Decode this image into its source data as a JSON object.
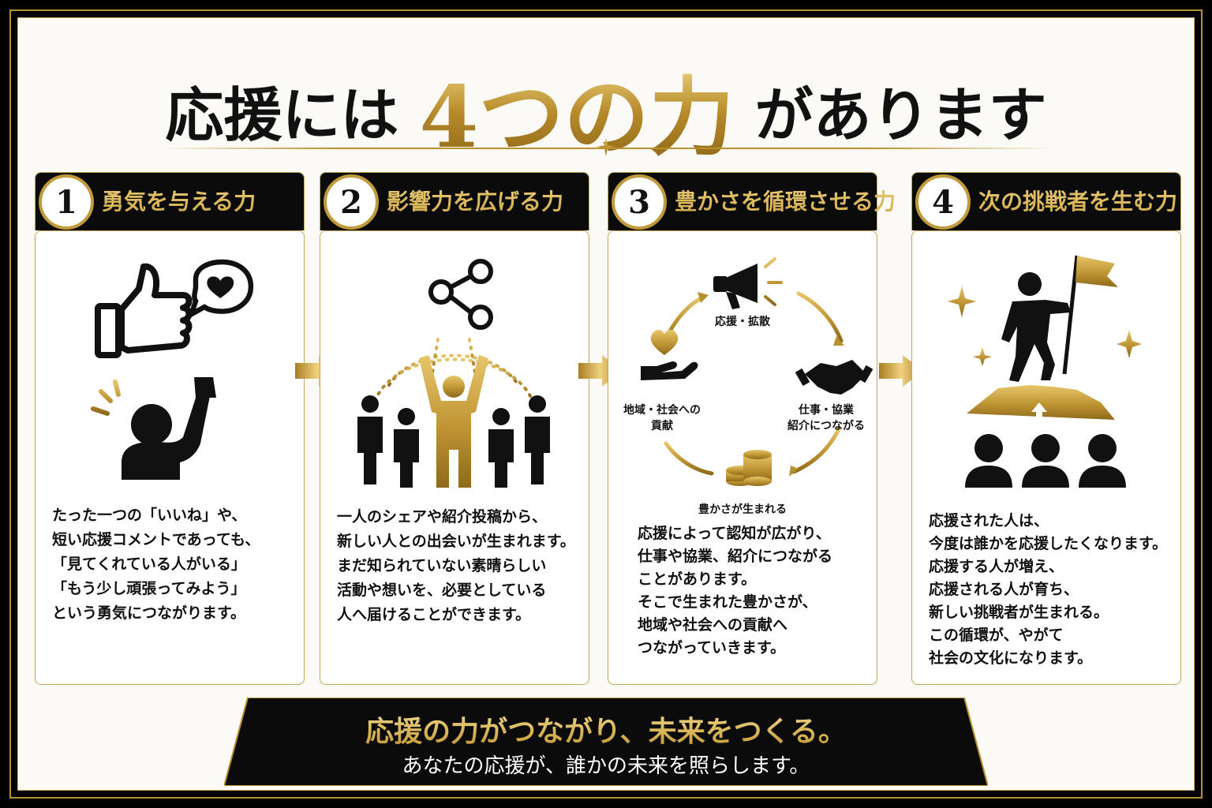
{
  "title": {
    "part1": "応援には",
    "part2": "4つの力",
    "part3": "があります"
  },
  "colors": {
    "gold": "#c19a3c",
    "black": "#0b0b0b",
    "background": "#fbfaf6"
  },
  "cards": [
    {
      "number": "1",
      "title": "勇気を与える力",
      "icons": [
        "thumbs-up-icon",
        "heart-speech-bubble-icon",
        "fist-raised-person-icon"
      ],
      "lines": [
        "たった一つの「いいね」や、",
        "短い応援コメントであっても、",
        "「見てくれている人がいる」",
        "「もう少し頑張ってみよう」",
        "という勇気につながります。"
      ]
    },
    {
      "number": "2",
      "title": "影響力を広げる力",
      "icons": [
        "share-icon",
        "crowd-icon"
      ],
      "lines": [
        "一人のシェアや紹介投稿から、",
        "新しい人との出会いが生まれます。",
        "まだ知られていない素晴らしい",
        "活動や想いを、必要としている",
        "人へ届けることができます。"
      ]
    },
    {
      "number": "3",
      "title": "豊かさを循環させる力",
      "icons": [
        "megaphone-icon",
        "handshake-icon",
        "coins-icon",
        "heart-hand-icon"
      ],
      "cycle": {
        "top": "応援・拡散",
        "right_line1": "仕事・協業",
        "right_line2": "紹介につながる",
        "bottom": "豊かさが生まれる",
        "left_line1": "地域・社会への",
        "left_line2": "貢献"
      },
      "lines": [
        "応援によって認知が広がり、",
        "仕事や協業、紹介につながる",
        "ことがあります。",
        "そこで生まれた豊かさが、",
        "地域や社会への貢献へ",
        "つながっていきます。"
      ]
    },
    {
      "number": "4",
      "title": "次の挑戦者を生む力",
      "icons": [
        "flag-person-on-summit-icon",
        "sparkle-icon",
        "people-group-icon"
      ],
      "lines": [
        "応援された人は、",
        "今度は誰かを応援したくなります。",
        "応援する人が増え、",
        "応援される人が育ち、",
        "新しい挑戦者が生まれる。",
        "この循環が、やがて",
        "社会の文化になります。"
      ]
    }
  ],
  "banner": {
    "main": "応援の力がつながり、未来をつくる。",
    "sub": "あなたの応援が、誰かの未来を照らします。"
  }
}
